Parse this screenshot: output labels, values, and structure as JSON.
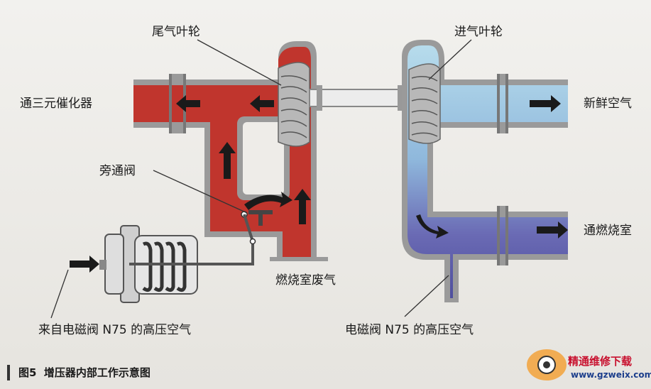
{
  "labels": {
    "exhaust_impeller": "尾气叶轮",
    "intake_impeller": "进气叶轮",
    "to_catalytic_converter": "通三元催化器",
    "fresh_air": "新鲜空气",
    "bypass_valve": "旁通阀",
    "to_combustion_chamber": "通燃烧室",
    "combustion_exhaust": "燃烧室废气",
    "high_pressure_air_from_n75": "来自电磁阀 N75 的高压空气",
    "high_pressure_air_n75": "电磁阀 N75 的高压空气"
  },
  "caption": {
    "text": "图5  增压器内部工作示意图"
  },
  "watermark": {
    "text": "精通维修下载",
    "url": "www.gzweix.com"
  },
  "colors": {
    "exhaust_red": "#c0352d",
    "intake_light_blue": "#a9d3e6",
    "intake_dark_blue": "#5a5aa8",
    "pipe_wall": "#8a8a8a",
    "background": "#eeece8"
  },
  "icons": {
    "flow_arrow": "arrow-icon",
    "watermark_logo": "gear-logo-icon"
  }
}
